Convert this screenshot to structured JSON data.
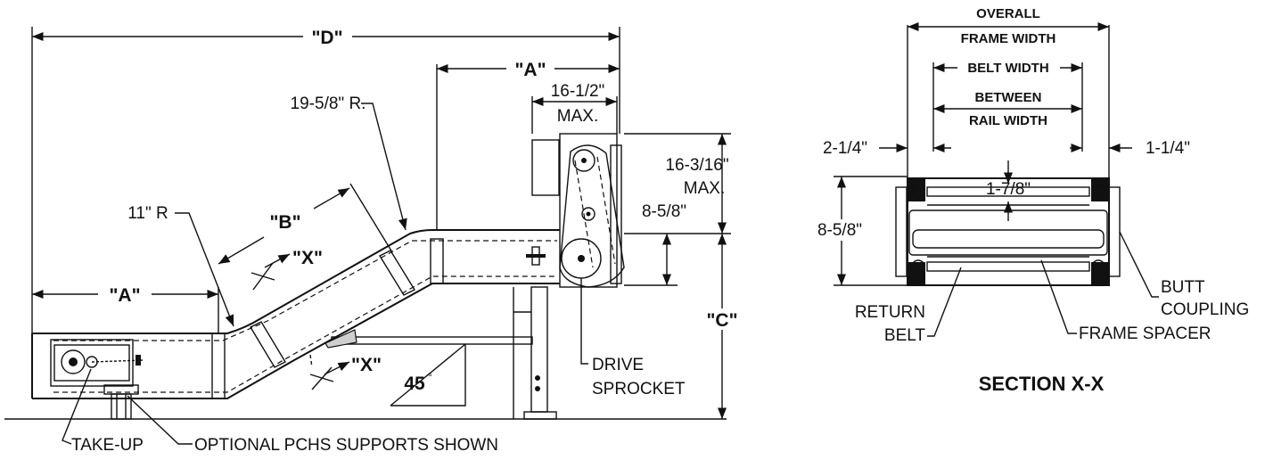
{
  "labels": {
    "dim_d": "\"D\"",
    "dim_a_top": "\"A\"",
    "dim_a_left": "\"A\"",
    "dim_b": "\"B\"",
    "dim_c": "\"C\"",
    "x_top": "\"X\"",
    "x_bottom": "\"X\"",
    "radius_upper": "19-5/8\" R.",
    "radius_lower": "11\" R",
    "drive_width_1": "16-1/2\"",
    "drive_width_2": "MAX.",
    "drive_height_1": "16-3/16\"",
    "drive_height_2": "MAX.",
    "frame_height": "8-5/8\"",
    "angle": "45",
    "drive_sprocket_1": "DRIVE",
    "drive_sprocket_2": "SPROCKET",
    "take_up": "TAKE-UP",
    "optional_supports": "OPTIONAL PCHS SUPPORTS SHOWN"
  },
  "section": {
    "overall_1": "OVERALL",
    "overall_2": "FRAME WIDTH",
    "belt_width": "BELT WIDTH",
    "between_1": "BETWEEN",
    "between_2": "RAIL WIDTH",
    "left_offset": "2-1/4\"",
    "right_offset": "1-1/4\"",
    "inner_gap": "1-7/8\"",
    "height": "8-5/8\"",
    "return_1": "RETURN",
    "return_2": "BELT",
    "butt_1": "BUTT",
    "butt_2": "COUPLING",
    "frame_spacer": "FRAME SPACER",
    "title": "SECTION X-X"
  }
}
